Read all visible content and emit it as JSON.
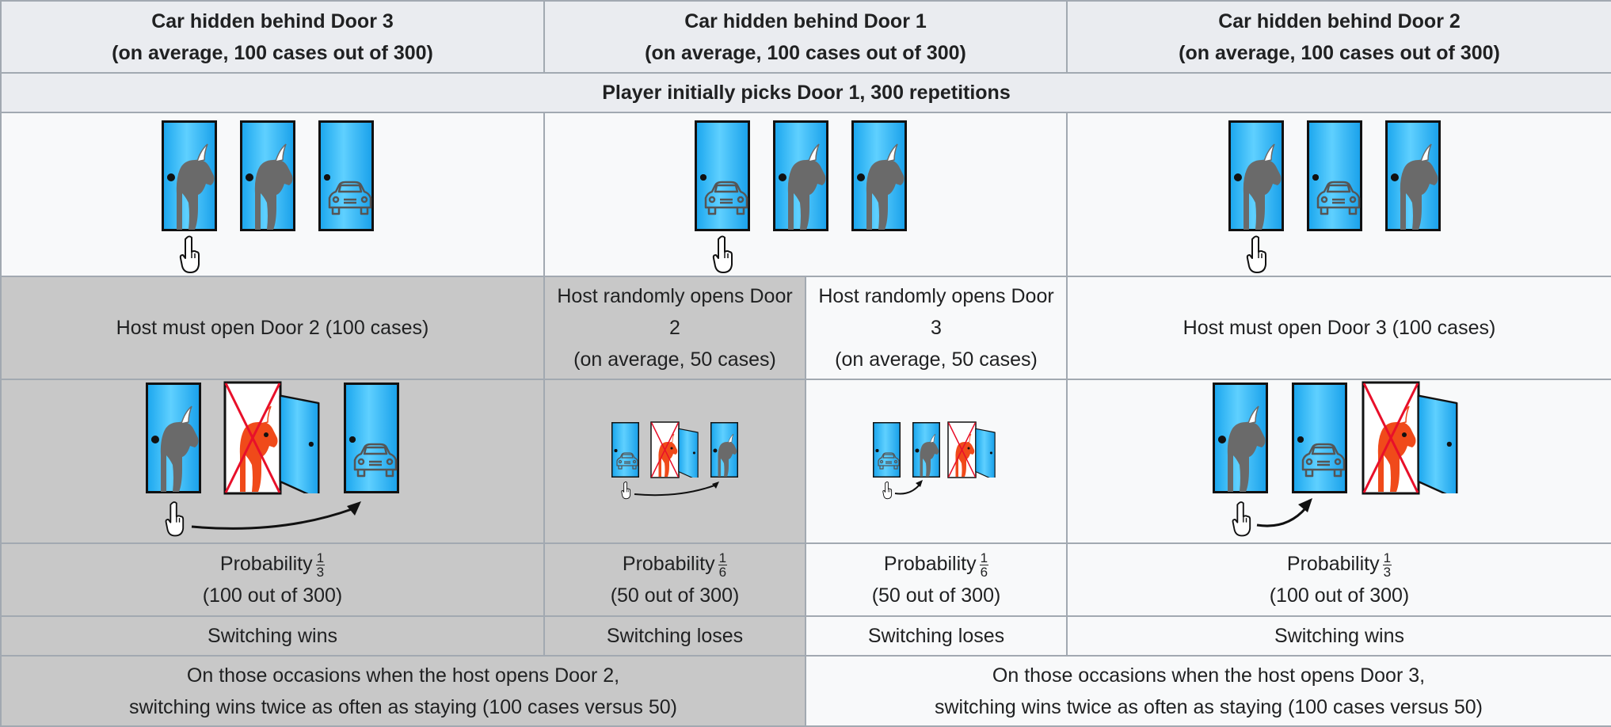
{
  "headers": [
    {
      "line1": "Car hidden behind Door 3",
      "line2": "(on average, 100 cases out of 300)"
    },
    {
      "line1": "Car hidden behind Door 1",
      "line2": "(on average, 100 cases out of 300)"
    },
    {
      "line1": "Car hidden behind Door 2",
      "line2": "(on average, 100 cases out of 300)"
    }
  ],
  "subheader": "Player initially picks Door 1, 300 repetitions",
  "door_setups": [
    {
      "doors": [
        "goat",
        "goat",
        "car"
      ],
      "picked_door": 1
    },
    {
      "doors": [
        "car",
        "goat",
        "goat"
      ],
      "picked_door": 1
    },
    {
      "doors": [
        "goat",
        "car",
        "goat"
      ],
      "picked_door": 1
    }
  ],
  "host_actions": [
    {
      "lines": [
        "Host must open Door 2 (100 cases)"
      ]
    },
    {
      "lines": [
        "Host randomly opens Door",
        "2",
        "(on average, 50 cases)"
      ]
    },
    {
      "lines": [
        "Host randomly opens Door",
        "3",
        "(on average, 50 cases)"
      ]
    },
    {
      "lines": [
        "Host must open Door 3 (100 cases)"
      ]
    }
  ],
  "probabilities": [
    {
      "label": "Probability",
      "num": "1",
      "den": "3",
      "detail": "(100 out of 300)"
    },
    {
      "label": "Probability",
      "num": "1",
      "den": "6",
      "detail": "(50 out of 300)"
    },
    {
      "label": "Probability",
      "num": "1",
      "den": "6",
      "detail": "(50 out of 300)"
    },
    {
      "label": "Probability",
      "num": "1",
      "den": "3",
      "detail": "(100 out of 300)"
    }
  ],
  "outcomes": [
    "Switching wins",
    "Switching loses",
    "Switching loses",
    "Switching wins"
  ],
  "conclusions": [
    {
      "line1": "On those occasions when the host opens Door 2,",
      "line2": "switching wins twice as often as staying (100 cases versus 50)"
    },
    {
      "line1": "On those occasions when the host opens Door 3,",
      "line2": "switching wins twice as often as staying (100 cases versus 50)"
    }
  ],
  "colors": {
    "door_fill": "#33bbf5",
    "door_border": "#111111",
    "goat_grey": "#6a6a6a",
    "goat_red": "#f04a1a",
    "cross_red": "#e8102a",
    "grey_cell": "#c8c8c8",
    "light_cell": "#f8f9fa",
    "header_cell": "#eaecf0"
  },
  "icons": [
    "door-icon",
    "goat-icon",
    "car-icon",
    "pointing-hand-icon",
    "switch-arrow-icon",
    "crossed-out-icon"
  ]
}
